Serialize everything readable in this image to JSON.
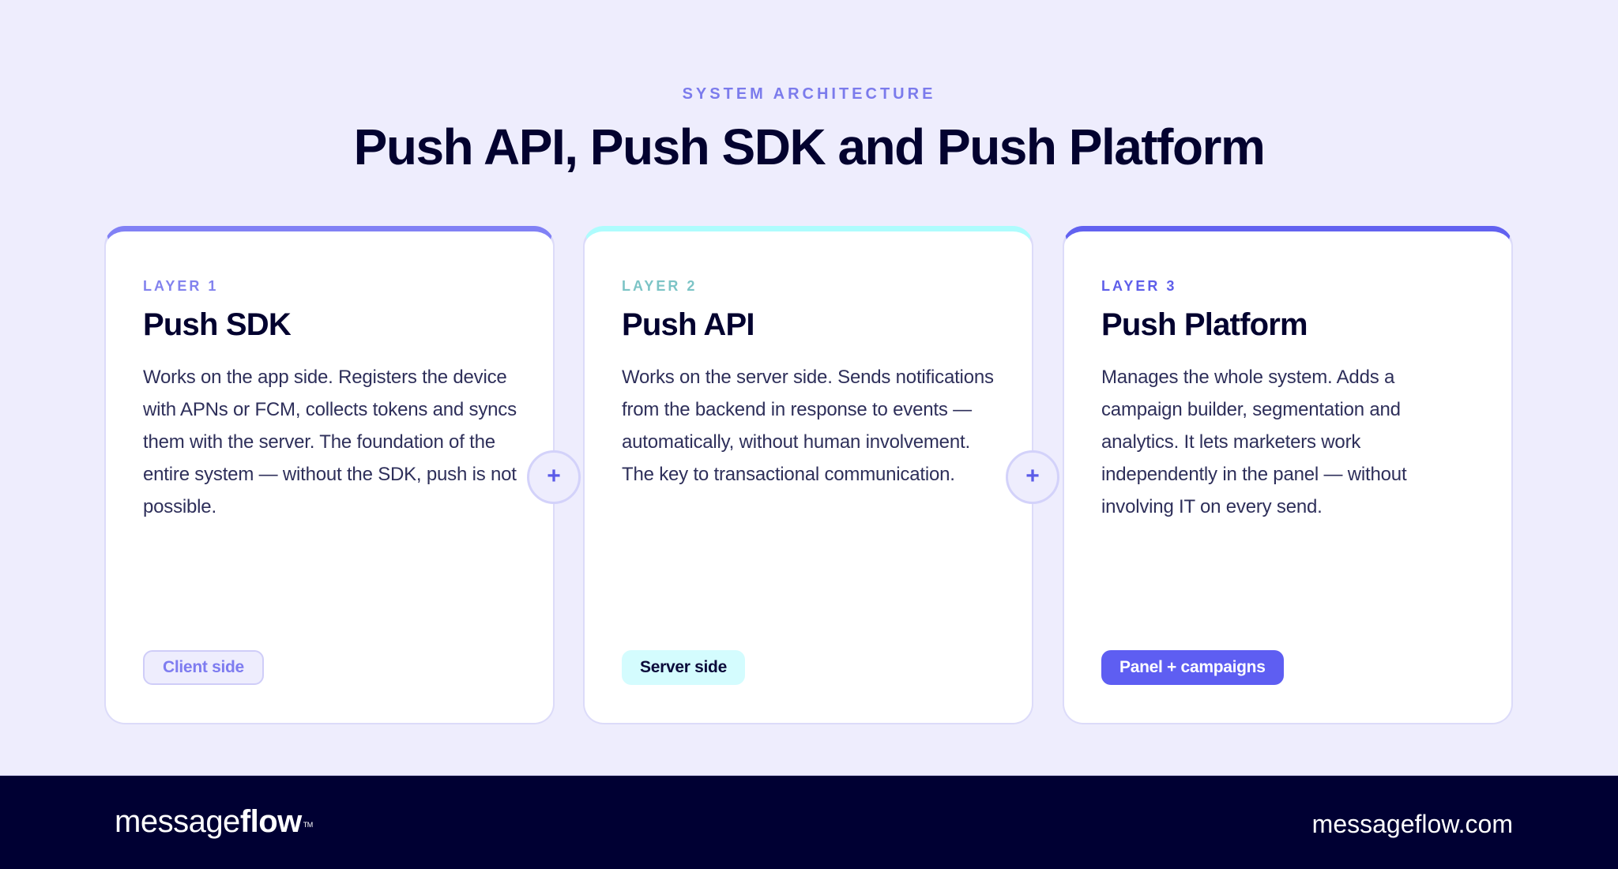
{
  "header": {
    "eyebrow": "SYSTEM ARCHITECTURE",
    "title": "Push API, Push SDK and Push Platform"
  },
  "cards": [
    {
      "layer": "LAYER 1",
      "title": "Push SDK",
      "body": "Works on the app side. Registers the device with APNs or FCM, collects tokens and syncs them with the server. The foundation of the entire system — without the SDK, push is not possible.",
      "badge": "Client side",
      "accent_color": "#8181F5",
      "label_color": "#8282EE"
    },
    {
      "layer": "LAYER 2",
      "title": "Push API",
      "body": "Works on the server side. Sends notifications from the backend in response to events — automatically, without human involvement. The key to transactional communication.",
      "badge": "Server side",
      "accent_color": "#AEFCFD",
      "label_color": "#7CC4C6"
    },
    {
      "layer": "LAYER 3",
      "title": "Push Platform",
      "body": "Manages the whole system. Adds a campaign builder, segmentation and analytics. It lets marketers work independently in the panel — without involving IT on every send.",
      "badge": "Panel + campaigns",
      "accent_color": "#6262F0",
      "label_color": "#5E5EEA"
    }
  ],
  "connectors": [
    {
      "icon": "plus-icon",
      "glyph": "+"
    },
    {
      "icon": "plus-icon",
      "glyph": "+"
    }
  ],
  "footer": {
    "logo_light": "message",
    "logo_bold": "flow",
    "logo_tm": "TM",
    "website": "messageflow.com"
  },
  "colors": {
    "page_bg": "#EEEDFD",
    "footer_bg": "#000033",
    "title": "#03022F",
    "body_text": "#2E2F5A",
    "eyebrow": "#7B7BEC",
    "primary": "#5E5EF2"
  }
}
